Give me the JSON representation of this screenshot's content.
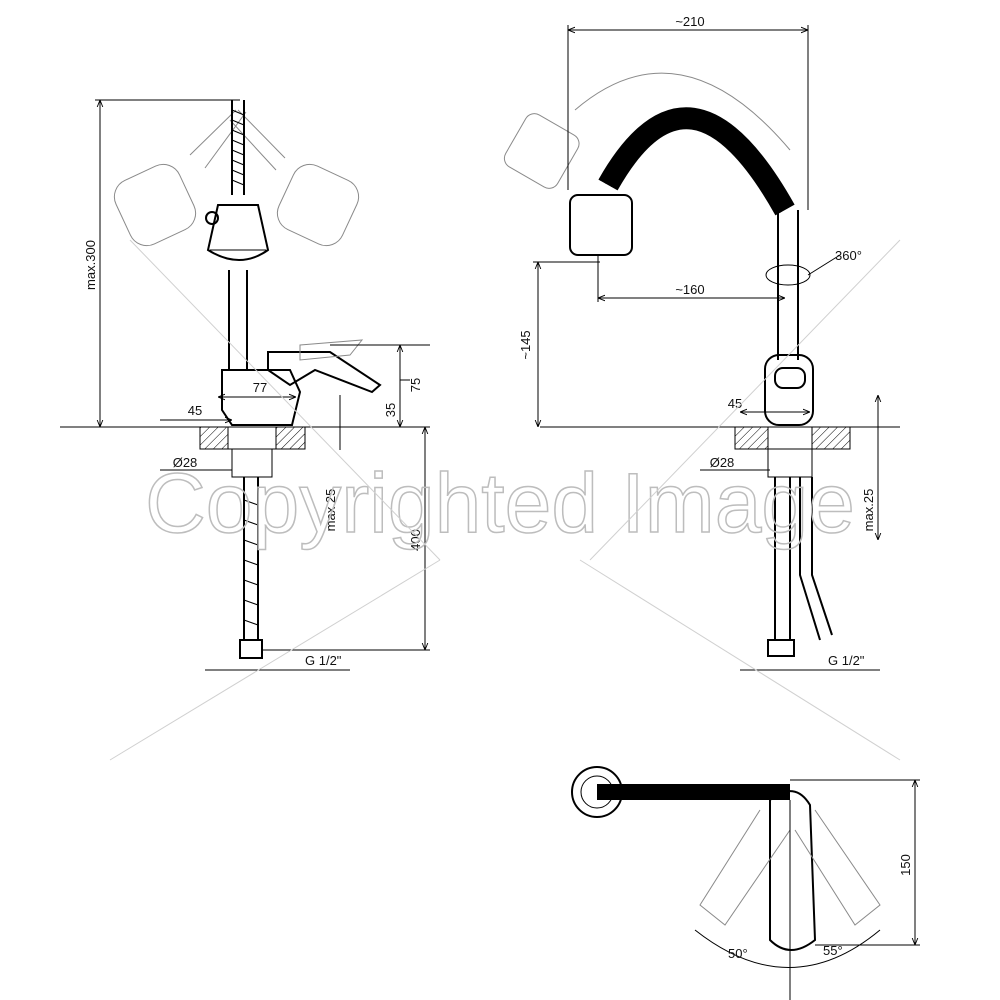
{
  "dimensions": {
    "left": {
      "max_height": "max.300",
      "body_width": "77",
      "base_width": "45",
      "handle_height": "75",
      "handle_offset": "35",
      "diameter": "Ø28",
      "thread_max": "max.25",
      "hose_length": "400",
      "thread": "G 1/2\""
    },
    "right": {
      "reach_total": "~210",
      "rotation": "360°",
      "reach_spout": "~160",
      "spout_height": "~145",
      "base_width": "45",
      "diameter": "Ø28",
      "thread_max": "max.25",
      "thread": "G 1/2\""
    },
    "top_view": {
      "depth": "150",
      "angle_left": "50°",
      "angle_right": "55°"
    }
  },
  "watermark": "Copyrighted Image",
  "colors": {
    "ink": "#000000",
    "ghost": "#8a8a8a",
    "watermark": "#bdbdbd"
  }
}
